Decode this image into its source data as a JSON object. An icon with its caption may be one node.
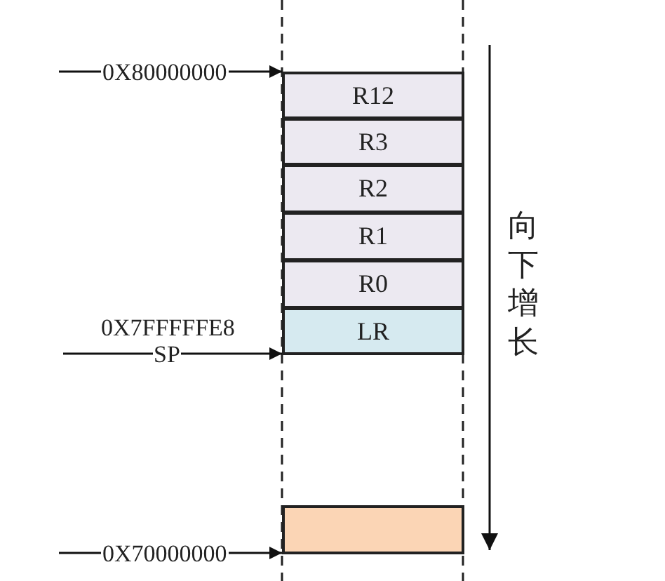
{
  "diagram": {
    "nodes": [
      {
        "text": [
          "R12"
        ]
      },
      {
        "text": [
          "R3"
        ]
      },
      {
        "text": [
          "R2"
        ]
      },
      {
        "text": [
          "R1"
        ]
      },
      {
        "text": [
          "R0"
        ]
      },
      {
        "text": [
          "LR"
        ]
      },
      {
        "text": [],
        "shape": "box"
      }
    ],
    "edges": [
      {
        "from": null,
        "to": 0,
        "arrow": "to",
        "label": "0X80000000"
      },
      {
        "from": null,
        "to": 5,
        "arrow": "to",
        "label": "SP"
      },
      {
        "from": null,
        "to": 6,
        "arrow": "to",
        "label": "0X70000000"
      }
    ],
    "labels": [
      "0X7FFFFFE8",
      "向下增长"
    ]
  }
}
